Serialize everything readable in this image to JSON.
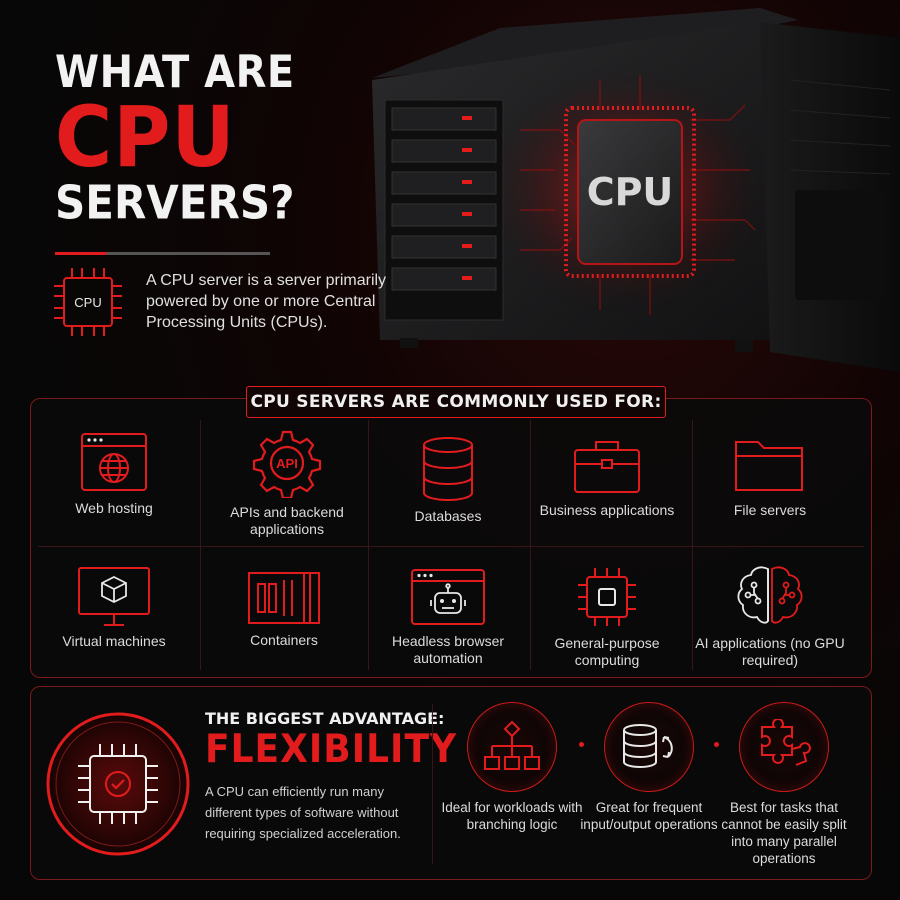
{
  "hero": {
    "title_line1": "WHAT ARE",
    "title_line2": "CPU",
    "title_line3": "SERVERS?",
    "chip_label": "CPU",
    "description": "A CPU server is a server primarily powered by one or more Central Processing Units (CPUs).",
    "server_chip_label": "CPU"
  },
  "uses": {
    "heading": "CPU SERVERS ARE COMMONLY USED FOR:",
    "items": [
      {
        "label": "Web hosting",
        "icon": "globe-browser-icon"
      },
      {
        "label": "APIs and backend applications",
        "icon": "api-gear-icon",
        "icon_text": "API"
      },
      {
        "label": "Databases",
        "icon": "database-icon"
      },
      {
        "label": "Business applications",
        "icon": "briefcase-icon"
      },
      {
        "label": "File servers",
        "icon": "folder-icon"
      },
      {
        "label": "Virtual machines",
        "icon": "monitor-cube-icon"
      },
      {
        "label": "Containers",
        "icon": "container-icon"
      },
      {
        "label": "Headless browser automation",
        "icon": "robot-browser-icon"
      },
      {
        "label": "General-purpose computing",
        "icon": "chip-icon"
      },
      {
        "label": "AI applications (no GPU required)",
        "icon": "brain-circuit-icon"
      }
    ]
  },
  "advantage": {
    "kicker": "THE BIGGEST ADVANTAGE:",
    "title": "FLEXIBILITY",
    "description": "A CPU can efficiently run many different types of software without requiring specialized acceleration.",
    "features": [
      {
        "label": "Ideal for workloads with branching logic",
        "icon": "flowchart-icon"
      },
      {
        "label": "Great for frequent input/output operations",
        "icon": "database-sync-icon"
      },
      {
        "label": "Best for tasks that cannot be easily split into many parallel operations",
        "icon": "puzzle-icon"
      }
    ]
  },
  "colors": {
    "accent": "#e21c1c",
    "border": "#7a1a1a",
    "background": "#080808"
  }
}
